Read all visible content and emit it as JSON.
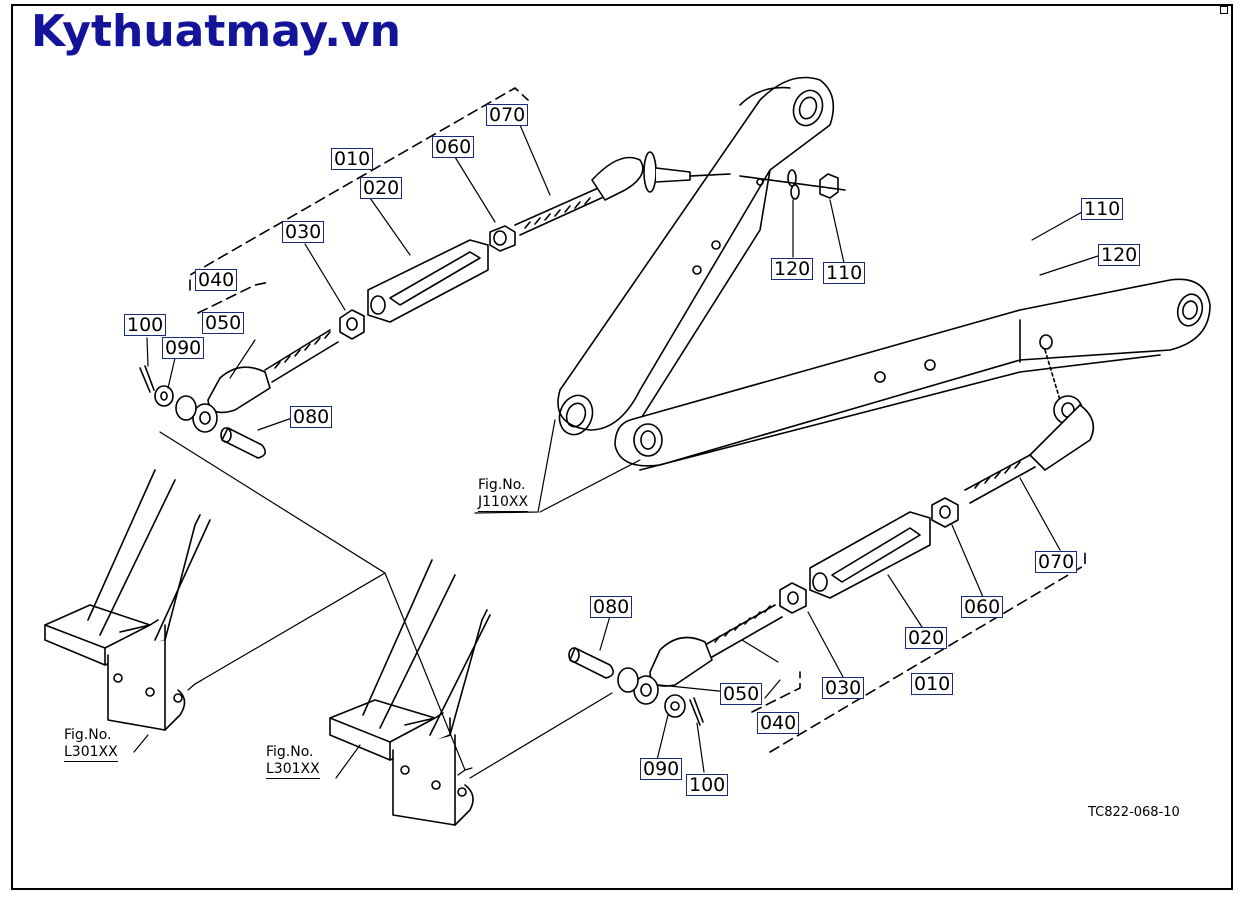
{
  "brand": {
    "name": "Kythuatmay.vn",
    "color": "#14149a"
  },
  "drawing_code": "TC822-068-10",
  "callouts": {
    "upper": {
      "c010": "010",
      "c020": "020",
      "c030": "030",
      "c040": "040",
      "c050": "050",
      "c060": "060",
      "c070": "070",
      "c080": "080",
      "c090": "090",
      "c100": "100",
      "c110a": "110",
      "c120a": "120",
      "c110b": "110",
      "c120b": "120"
    },
    "lower": {
      "c010": "010",
      "c020": "020",
      "c030": "030",
      "c040": "040",
      "c050": "050",
      "c060": "060",
      "c070": "070",
      "c080": "080",
      "c090": "090",
      "c100": "100"
    }
  },
  "fig_refs": {
    "lift_arm": {
      "label": "Fig.No.",
      "code": "J110XX"
    },
    "bracket_left": {
      "label": "Fig.No.",
      "code": "L301XX"
    },
    "bracket_right": {
      "label": "Fig.No.",
      "code": "L301XX"
    }
  }
}
